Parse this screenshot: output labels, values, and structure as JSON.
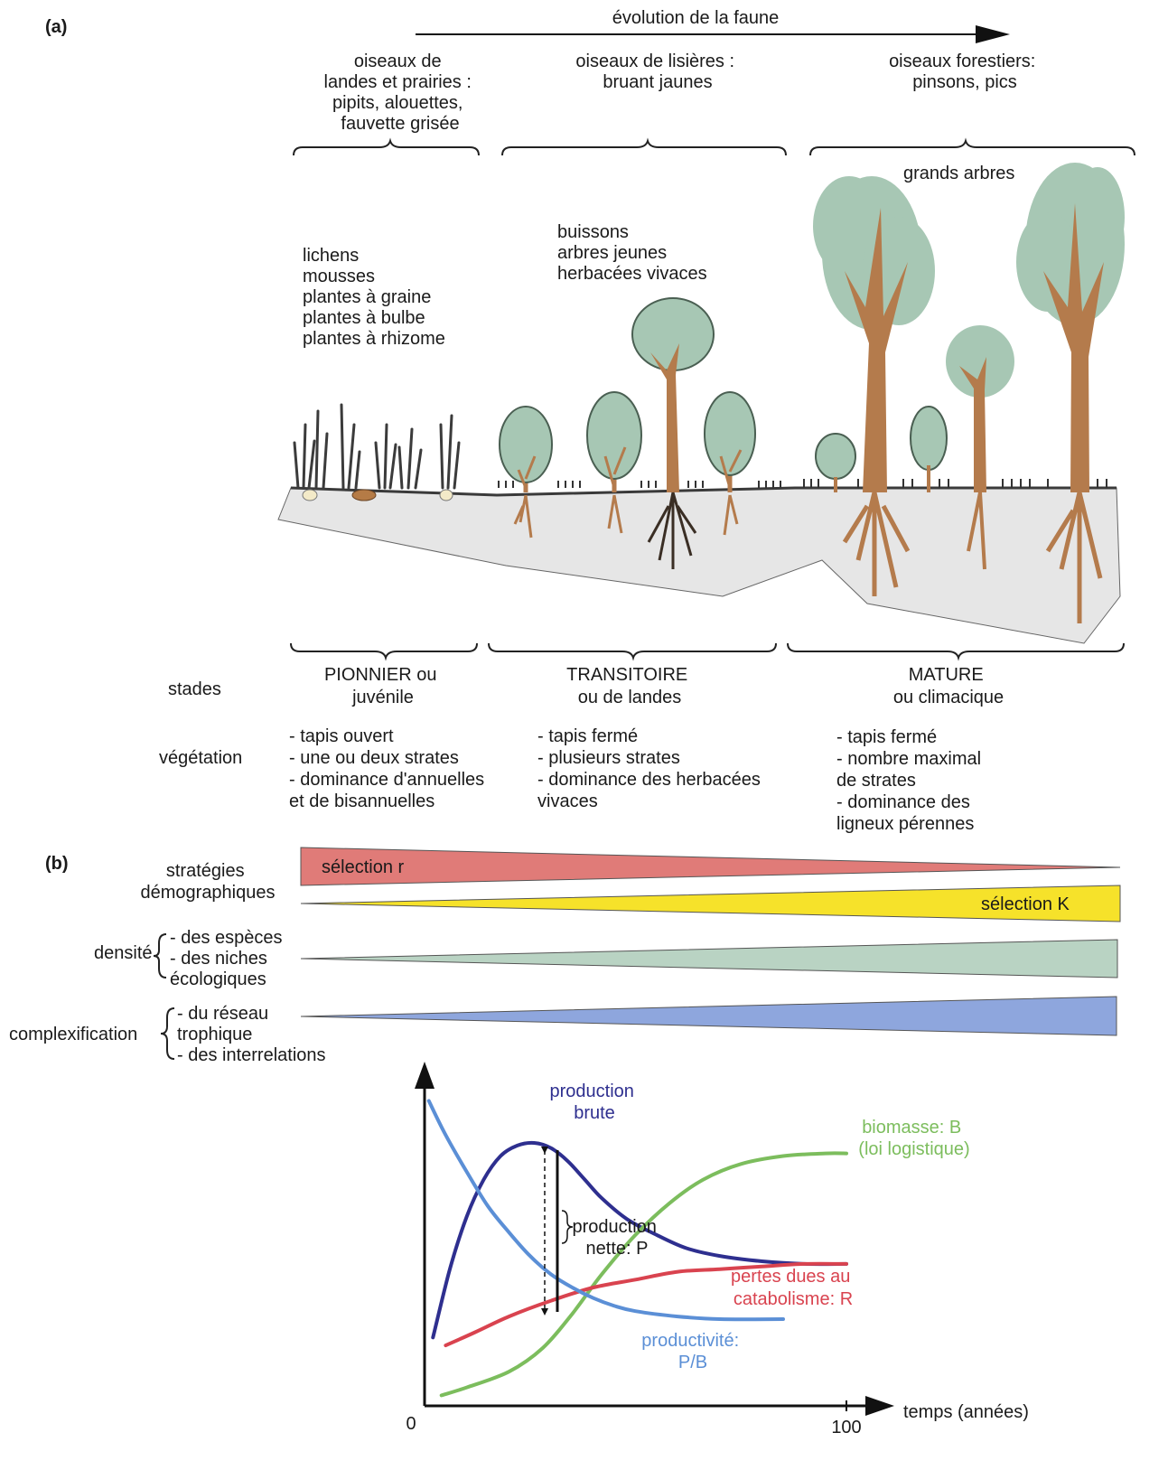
{
  "panel_labels": {
    "a": "(a)",
    "b": "(b)"
  },
  "fauna_arrow_label": "évolution de la faune",
  "birds": {
    "pioneer": [
      "oiseaux de",
      "landes et prairies :",
      "pipits, alouettes,",
      "fauvette grisée"
    ],
    "transitional": [
      "oiseaux de lisières :",
      "bruant jaunes"
    ],
    "mature": [
      "oiseaux forestiers:",
      "pinsons, pics"
    ]
  },
  "plants": {
    "pioneer": [
      "lichens",
      "mousses",
      "plantes à graine",
      "plantes à bulbe",
      "plantes à rhizome"
    ],
    "transitional": [
      "buissons",
      "arbres jeunes",
      "herbacées vivaces"
    ],
    "mature": [
      "grands arbres"
    ]
  },
  "stages": {
    "row_label": "stades",
    "pioneer": [
      "PIONNIER ou",
      "juvénile"
    ],
    "transitional": [
      "TRANSITOIRE",
      "ou de landes"
    ],
    "mature": [
      "MATURE",
      "ou climacique"
    ]
  },
  "vegetation": {
    "row_label": "végétation",
    "pioneer": [
      "- tapis ouvert",
      "- une ou deux strates",
      "- dominance d'annuelles",
      "et de bisannuelles"
    ],
    "transitional": [
      "- tapis fermé",
      "- plusieurs strates",
      "- dominance des herbacées",
      "vivaces"
    ],
    "mature": [
      "- tapis fermé",
      "- nombre maximal",
      "de strates",
      "- dominance des",
      "ligneux pérennes"
    ]
  },
  "panel_b": {
    "strategies_label": [
      "stratégies",
      "démographiques"
    ],
    "r_label": "sélection r",
    "k_label": "sélection K",
    "density_label": "densité",
    "density_items": [
      "- des espèces",
      "- des niches",
      "écologiques"
    ],
    "complex_label": "complexification",
    "complex_items": [
      "- du réseau",
      "trophique",
      "- des interrelations"
    ],
    "colors": {
      "r": "#e07b78",
      "k": "#f6e22a",
      "density": "#b9d3c3",
      "complex": "#8ea6dd"
    }
  },
  "chart_data": {
    "type": "line",
    "xlabel": "temps (années)",
    "x_ticks": [
      "0",
      "100"
    ],
    "xlim": [
      0,
      100
    ],
    "ylim": [
      0,
      1
    ],
    "ylabel": "",
    "grid": false,
    "series": [
      {
        "key": "gross",
        "name_lines": [
          "production",
          "brute"
        ],
        "color": "#2e2f8f",
        "x": [
          2,
          6,
          10,
          14,
          18,
          22,
          26,
          30,
          34,
          38,
          42,
          48,
          55,
          62,
          70,
          80,
          90,
          100
        ],
        "y": [
          0.26,
          0.52,
          0.72,
          0.86,
          0.95,
          0.99,
          1.0,
          0.98,
          0.93,
          0.86,
          0.79,
          0.71,
          0.65,
          0.6,
          0.57,
          0.55,
          0.54,
          0.54
        ]
      },
      {
        "key": "biomass",
        "name_lines": [
          "biomasse: B",
          "(loi logistique)"
        ],
        "color": "#7cbd5d",
        "x": [
          4,
          10,
          20,
          28,
          35,
          42,
          50,
          58,
          66,
          75,
          85,
          95,
          100
        ],
        "y": [
          0.04,
          0.07,
          0.13,
          0.22,
          0.35,
          0.5,
          0.65,
          0.77,
          0.86,
          0.92,
          0.95,
          0.96,
          0.96
        ]
      },
      {
        "key": "losses",
        "name_lines": [
          "pertes dues au",
          "catabolisme: R"
        ],
        "color": "#d9434f",
        "x": [
          5,
          12,
          20,
          30,
          40,
          50,
          60,
          70,
          80,
          90,
          100
        ],
        "y": [
          0.23,
          0.28,
          0.34,
          0.4,
          0.45,
          0.48,
          0.51,
          0.52,
          0.53,
          0.54,
          0.54
        ]
      },
      {
        "key": "productivity",
        "name_lines": [
          "productivité:",
          "P/B"
        ],
        "color": "#5b8fd6",
        "x": [
          1,
          5,
          10,
          15,
          20,
          25,
          30,
          35,
          40,
          45,
          50,
          60,
          70,
          85
        ],
        "y": [
          1.16,
          1.03,
          0.89,
          0.76,
          0.66,
          0.57,
          0.5,
          0.45,
          0.41,
          0.38,
          0.36,
          0.34,
          0.33,
          0.33
        ]
      }
    ],
    "annotation": [
      "production",
      "nette: P"
    ]
  }
}
